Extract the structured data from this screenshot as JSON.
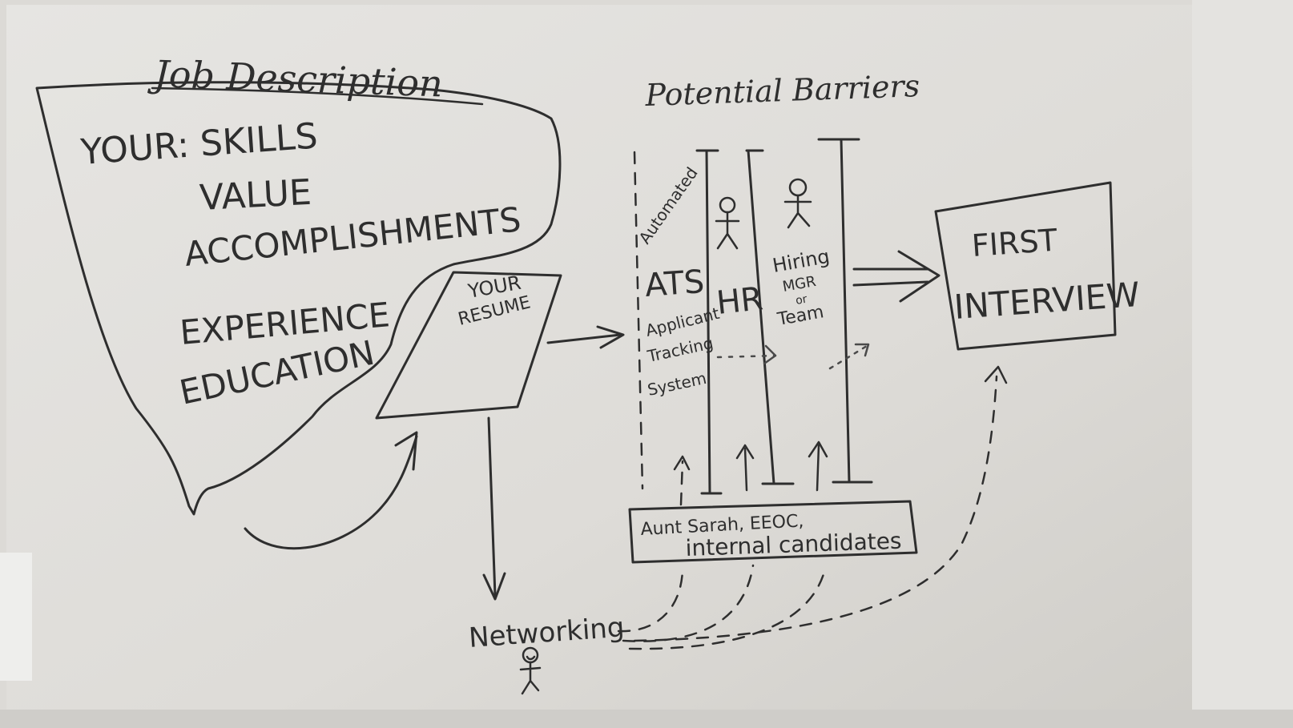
{
  "job_description": {
    "title": "Job Description",
    "lines": [
      "YOUR: SKILLS",
      "VALUE",
      "ACCOMPLISHMENTS",
      "EXPERIENCE",
      "EDUCATION"
    ]
  },
  "resume": {
    "line1": "YOUR",
    "line2": "RESUME"
  },
  "barriers": {
    "title": "Potential Barriers",
    "ats": {
      "top": "Automated",
      "acronym": "ATS",
      "expanded": [
        "Applicant",
        "Tracking",
        "System"
      ]
    },
    "hr": {
      "label": "HR"
    },
    "hiring": {
      "lines": [
        "Hiring",
        "MGR",
        "or",
        "Team"
      ]
    }
  },
  "influencers": {
    "line1": "Aunt Sarah, EEOC,",
    "line2": "internal candidates"
  },
  "first_interview": {
    "line1": "FIRST",
    "line2": "INTERVIEW"
  },
  "networking": {
    "label": "Networking"
  },
  "icons": [
    "stick-figure-icon",
    "smiley-figure-icon",
    "arrow-icon",
    "dashed-arrow-icon"
  ]
}
